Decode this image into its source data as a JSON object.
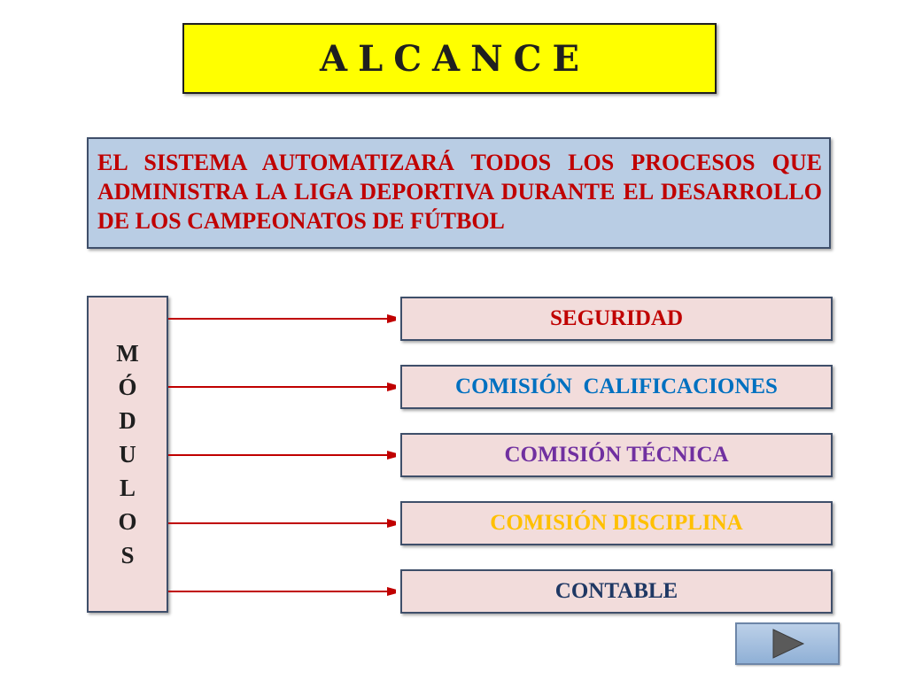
{
  "title": "ALCANCE",
  "description": "EL SISTEMA AUTOMATIZARÁ TODOS LOS PROCESOS QUE ADMINISTRA LA LIGA DEPORTIVA DURANTE EL DESARROLLO DE LOS CAMPEONATOS DE FÚTBOL",
  "modules_label": [
    "M",
    "Ó",
    "D",
    "U",
    "L",
    "O",
    "S"
  ],
  "modules": [
    {
      "label": "SEGURIDAD",
      "color": "#c00000"
    },
    {
      "label": "COMISIÓN  CALIFICACIONES",
      "color": "#0070c0"
    },
    {
      "label": "COMISIÓN TÉCNICA",
      "color": "#7030a0"
    },
    {
      "label": "COMISIÓN DISCIPLINA",
      "color": "#ffc000"
    },
    {
      "label": "CONTABLE",
      "color": "#1f3864"
    }
  ],
  "colors": {
    "title_bg": "#ffff00",
    "desc_bg": "#b9cde4",
    "desc_text": "#c00000",
    "box_bg": "#f2dcdb",
    "arrow": "#c00000"
  },
  "nav": {
    "next_icon": "play-arrow-icon"
  }
}
